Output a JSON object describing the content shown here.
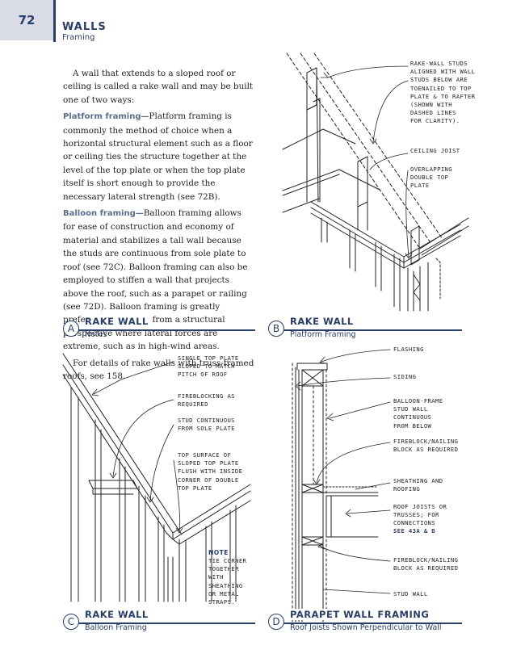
{
  "header": {
    "page_number": "72",
    "title": "WALLS",
    "subtitle": "Framing"
  },
  "body_text": {
    "intro": "A wall that extends to a sloped roof or ceiling is called a rake wall and may be built one of two ways:",
    "platform_lead": "Platform framing—",
    "platform_text": "Platform framing is commonly the method of choice when a horizontal structural element such as a floor or ceiling ties the structure together at the level of the top plate or when the top plate itself is short enough to provide the necessary lateral strength (see 72B).",
    "balloon_lead": "Balloon framing—",
    "balloon_text": "Balloon framing allows for ease of construction and economy of material and stabilizes a tall wall because the studs are continuous from sole plate to roof (see 72C). Balloon framing can also be employed to stiffen a wall that projects above the roof, such as a parapet or railing (see 72D). Balloon framing is greatly preferred in general from a structural perspective where lateral forces are extreme, such as in high-wind areas.",
    "details": "For details of rake walls with truss-framed roofs, see 158."
  },
  "captions": {
    "a": {
      "letter": "A",
      "title": "RAKE WALL",
      "subtitle": "Notes"
    },
    "b": {
      "letter": "B",
      "title": "RAKE WALL",
      "subtitle": "Platform Framing"
    },
    "c": {
      "letter": "C",
      "title": "RAKE WALL",
      "subtitle": "Balloon Framing"
    },
    "d": {
      "letter": "D",
      "title": "PARAPET WALL FRAMING",
      "subtitle": "Roof Joists Shown Perpendicular to Wall"
    }
  },
  "labels_b": {
    "rake_studs": "RAKE-WALL STUDS\nALIGNED WITH WALL\nSTUDS BELOW ARE\nTOENAILED TO TOP\nPLATE & TO RAFTER\n(SHOWN WITH\nDASHED LINES\nFOR CLARITY).",
    "ceiling_joist": "CEILING JOIST",
    "double_top_plate": "OVERLAPPING\nDOUBLE TOP\nPLATE"
  },
  "labels_c": {
    "single_top_plate": "SINGLE TOP PLATE\nSLOPED TO MATCH\nPITCH OF ROOF",
    "fireblocking": "FIREBLOCKING AS\nREQUIRED",
    "stud_continuous": "STUD CONTINUOUS\nFROM SOLE PLATE",
    "top_surface": "TOP SURFACE OF\nSLOPED TOP PLATE\nFLUSH WITH INSIDE\nCORNER OF DOUBLE\nTOP PLATE",
    "note_title": "NOTE",
    "note_text": "TIE CORNER\nTOGETHER\nWITH\nSHEATHING\nOR METAL\nSTRAPS."
  },
  "labels_d": {
    "flashing": "FLASHING",
    "siding": "SIDING",
    "balloon_stud": "BALLOON-FRAME\nSTUD WALL\nCONTINUOUS\nFROM BELOW",
    "fireblock_1": "FIREBLOCK/NAILING\nBLOCK AS REQUIRED",
    "sheathing": "SHEATHING AND\nROOFING",
    "roof_joists": "ROOF JOISTS OR\nTRUSSES; FOR\nCONNECTIONS",
    "see_ref": "SEE 43A & B",
    "fireblock_2": "FIREBLOCK/NAILING\nBLOCK AS REQUIRED",
    "stud_wall": "STUD WALL"
  },
  "colors": {
    "accent": "#2a3f66",
    "tab_bg": "#d9dce6",
    "lead_text": "#5a6d8f"
  }
}
